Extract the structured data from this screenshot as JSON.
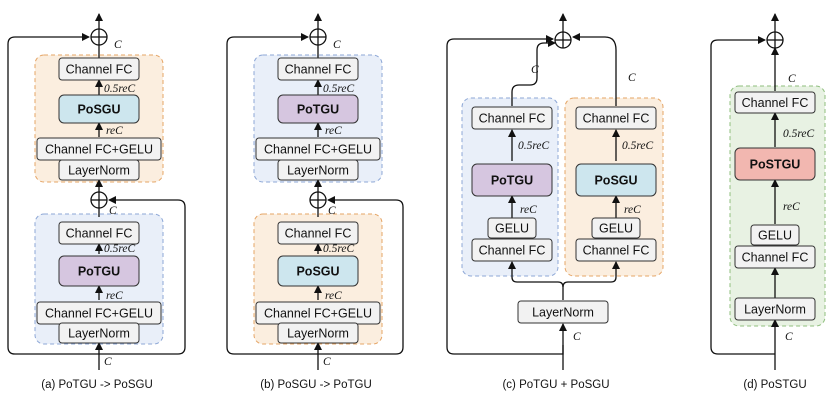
{
  "colors": {
    "blue_fill": "#e9eff9",
    "blue_border": "#8da7d6",
    "orange_fill": "#fbeedf",
    "orange_border": "#e5a566",
    "green_fill": "#e8f2e3",
    "green_border": "#8fbf7e",
    "purple_block": "#d6c6e0",
    "cyan_block": "#cde6ee",
    "red_block": "#f2b7b0",
    "grey_block": "#f2f2f2"
  },
  "labels": {
    "channel_fc": "Channel FC",
    "channel_fc_gelu": "Channel FC+GELU",
    "layernorm": "LayerNorm",
    "gelu": "GELU",
    "potgu": "PoTGU",
    "posgu": "PoSGU",
    "postgu": "PoSTGU"
  },
  "math": {
    "c": "C",
    "re_c": "reC",
    "half_re_c": "0.5reC"
  },
  "captions": {
    "a": "(a) PoTGU -> PoSGU",
    "b": "(b) PoSGU -> PoTGU",
    "c": "(c) PoTGU + PoSGU",
    "d": "(d) PoSTGU"
  }
}
